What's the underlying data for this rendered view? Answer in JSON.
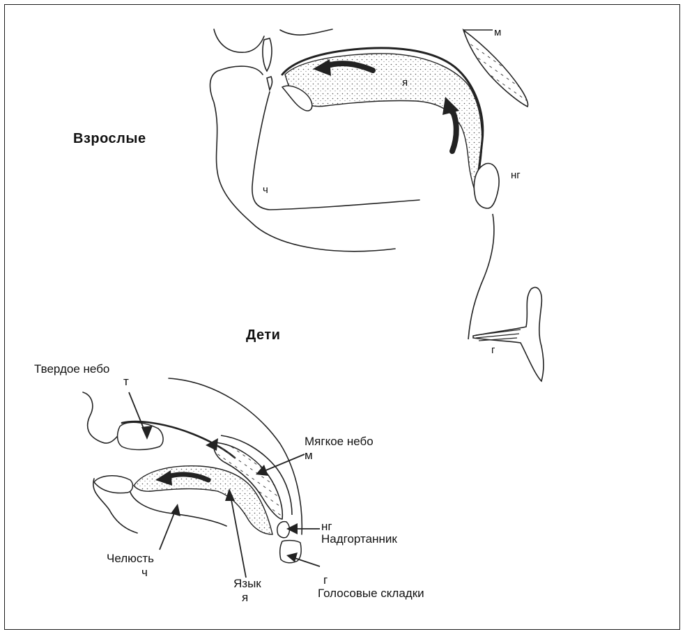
{
  "figure": {
    "adults_title": "Взрослые",
    "children_title": "Дети",
    "adult_labels": {
      "soft_palate": "м",
      "tongue": "я",
      "jaw": "ч",
      "epiglottis": "нг",
      "vocal_folds": "г"
    },
    "child_labels": {
      "hard_palate": "Твердое небо",
      "hard_palate_abbr": "т",
      "soft_palate": "Мягкое небо",
      "soft_palate_abbr": "м",
      "epiglottis_abbr": "нг",
      "epiglottis": "Надгортанник",
      "vocal_folds_abbr": "г",
      "vocal_folds": "Голосовые складки",
      "jaw": "Челюсть",
      "jaw_abbr": "ч",
      "tongue": "Язык",
      "tongue_abbr": "я"
    }
  }
}
